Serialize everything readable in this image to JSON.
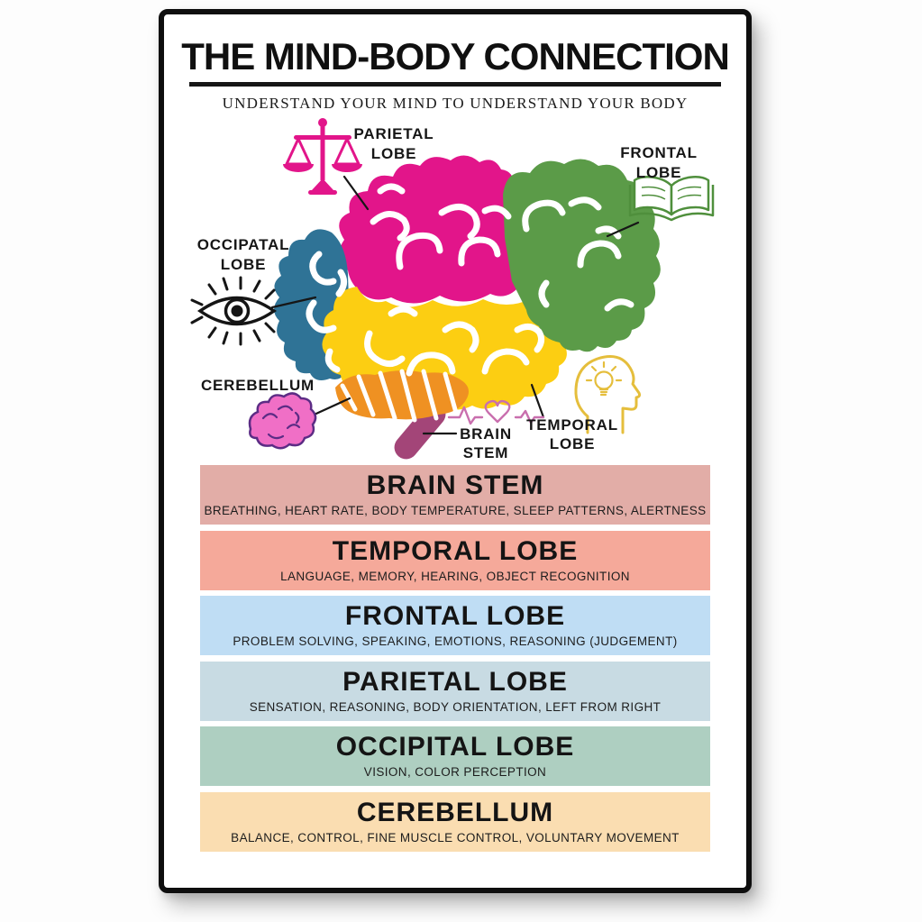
{
  "page": {
    "background": "#fdfdfd"
  },
  "poster": {
    "title": "THE MIND-BODY CONNECTION",
    "subtitle": "UNDERSTAND YOUR MIND TO UNDERSTAND YOUR BODY"
  },
  "diagram": {
    "labels": {
      "parietal_1": "PARIETAL",
      "parietal_2": "LOBE",
      "frontal_1": "FRONTAL",
      "frontal_2": "LOBE",
      "occipital_1": "OCCIPATAL",
      "occipital_2": "LOBE",
      "cerebellum": "CEREBELLUM",
      "brainstem_1": "BRAIN",
      "brainstem_2": "STEM",
      "temporal_1": "TEMPORAL",
      "temporal_2": "LOBE"
    },
    "colors": {
      "parietal": "#E2158A",
      "frontal": "#5B9B48",
      "occipital": "#2F7396",
      "temporal": "#FCCE12",
      "cerebellum": "#EF9122",
      "brain_stem": "#A34578",
      "mini_brain": "#F06FC6",
      "mini_brain_outline": "#5C2C85",
      "scales": "#E2158A",
      "book": "#4F8F3C",
      "eye": "#151515",
      "heartbeat": "#C96FAE",
      "head": "#E5BE3C"
    }
  },
  "sections": [
    {
      "title": "BRAIN STEM",
      "description": "BREATHING, HEART RATE, BODY TEMPERATURE, SLEEP PATTERNS, ALERTNESS",
      "color": "#E2ADA7"
    },
    {
      "title": "TEMPORAL LOBE",
      "description": "LANGUAGE, MEMORY, HEARING, OBJECT RECOGNITION",
      "color": "#F5A99A"
    },
    {
      "title": "FRONTAL LOBE",
      "description": "PROBLEM SOLVING, SPEAKING, EMOTIONS, REASONING (JUDGEMENT)",
      "color": "#BFDDF4"
    },
    {
      "title": "PARIETAL LOBE",
      "description": "SENSATION, REASONING, BODY ORIENTATION, LEFT FROM RIGHT",
      "color": "#C8DBE3"
    },
    {
      "title": "OCCIPITAL LOBE",
      "description": "VISION, COLOR PERCEPTION",
      "color": "#AECFC1"
    },
    {
      "title": "CEREBELLUM",
      "description": "BALANCE, CONTROL, FINE MUSCLE CONTROL, VOLUNTARY MOVEMENT",
      "color": "#FADDB1"
    }
  ]
}
